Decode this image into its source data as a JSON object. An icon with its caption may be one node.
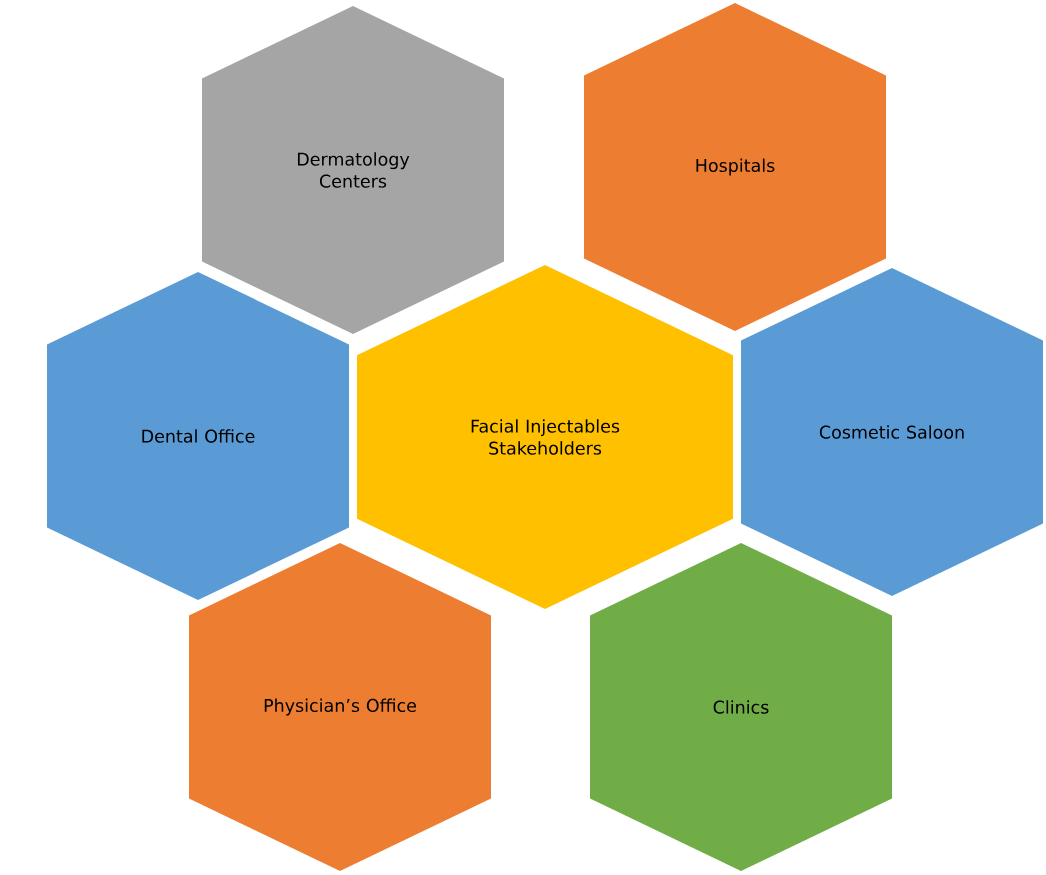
{
  "diagram": {
    "nodes": [
      {
        "text": [
          "Dermatology Centers"
        ]
      },
      {
        "text": [
          "Hospitals"
        ]
      },
      {
        "text": [
          "Dental Office"
        ]
      },
      {
        "text": [
          "Facial Injectables Stakeholders"
        ]
      },
      {
        "text": [
          "Cosmetic Saloon"
        ]
      },
      {
        "text": [
          "Physician’s Office"
        ]
      },
      {
        "text": [
          "Clinics"
        ]
      }
    ]
  }
}
